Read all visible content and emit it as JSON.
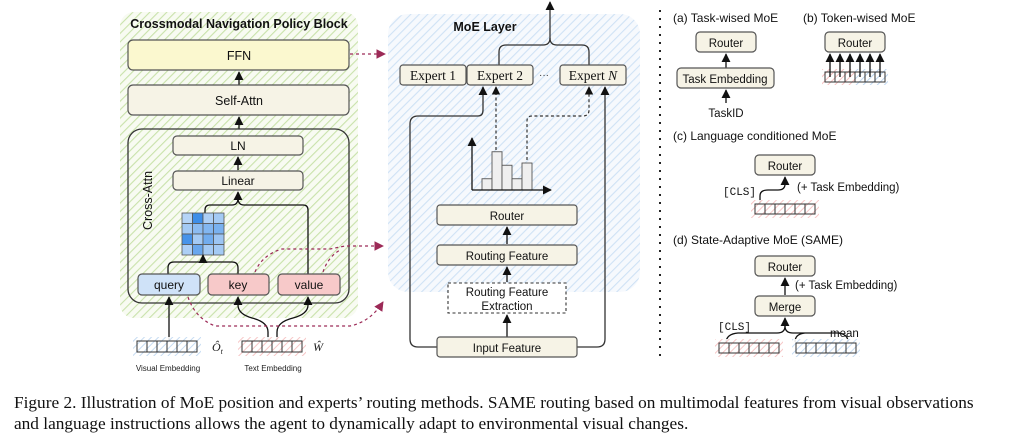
{
  "policy_block": {
    "title": "Crossmodal Navigation Policy Block",
    "ffn": "FFN",
    "self_attn": "Self-Attn",
    "cross_attn_label": "Cross-Attn",
    "ln": "LN",
    "linear": "Linear",
    "query": "query",
    "key": "key",
    "value": "value",
    "attention_matrix": [
      [
        0.2,
        0.9,
        0.25,
        0.3
      ],
      [
        0.3,
        0.45,
        0.5,
        0.55
      ],
      [
        0.85,
        0.3,
        0.6,
        0.35
      ],
      [
        0.25,
        0.65,
        0.3,
        0.3
      ]
    ]
  },
  "embeddings": {
    "visual_label": "Visual Embedding",
    "visual_symbol": "Ô",
    "visual_symbol_sub": "t",
    "text_label": "Text Embedding",
    "text_symbol": "Ŵ"
  },
  "moe_layer": {
    "title": "MoE Layer",
    "experts": [
      "Expert 1",
      "Expert 2",
      "Expert N"
    ],
    "ellipsis": "···",
    "router": "Router",
    "routing_feature": "Routing Feature",
    "routing_feature_extraction_line1": "Routing Feature",
    "routing_feature_extraction_line2": "Extraction",
    "input_feature": "Input Feature",
    "histogram": [
      0.25,
      0.85,
      0.55,
      0.25,
      0.6
    ]
  },
  "routing_methods": {
    "a": {
      "title": "(a) Task-wised MoE",
      "router": "Router",
      "task_embedding": "Task Embedding",
      "task_id": "TaskID"
    },
    "b": {
      "title": "(b) Token-wised MoE",
      "router": "Router"
    },
    "c": {
      "title": "(c) Language conditioned MoE",
      "router": "Router",
      "cls": "[CLS]",
      "task_embedding_note": "(+ Task Embedding)"
    },
    "d": {
      "title": "(d) State-Adaptive MoE (SAME)",
      "router": "Router",
      "merge": "Merge",
      "cls": "[CLS]",
      "mean": "mean",
      "task_embedding_note": "(+ Task Embedding)"
    }
  },
  "colors": {
    "green_hatch": "#c5dfa5",
    "blue_hatch": "#c6dcf3",
    "box_fill": "#f6f3e6",
    "ffn_fill": "#fbf8cf",
    "query_fill": "#cfe2f8",
    "key_fill": "#f7c9c9",
    "accent_dashed": "#9c2a57"
  },
  "caption": {
    "line1": "Figure 2. Illustration of MoE position and experts’ routing methods. SAME routing based on multimodal features from visual observations",
    "line2": "and language instructions allows the agent to dynamically adapt to environmental visual changes."
  }
}
